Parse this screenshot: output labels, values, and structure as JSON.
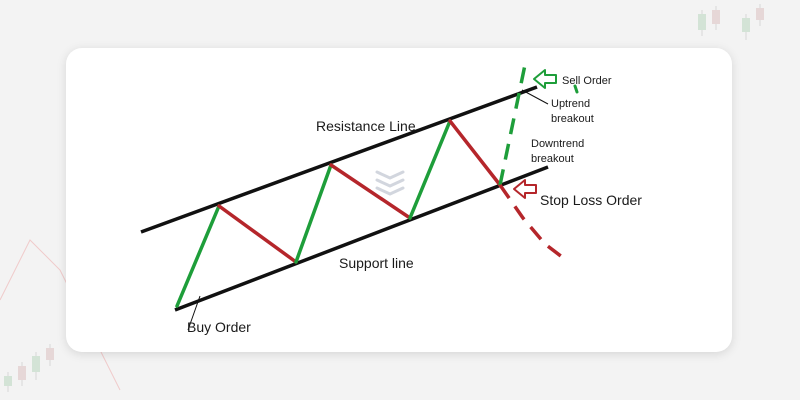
{
  "labels": {
    "resistance_line": "Resistance Line",
    "support_line": "Support line",
    "buy_order": "Buy Order",
    "sell_order": "Sell Order",
    "uptrend_breakout": [
      "Uptrend",
      "breakout"
    ],
    "downtrend_breakout": [
      "Downtrend",
      "breakout"
    ],
    "stop_loss_order": "Stop Loss Order"
  },
  "colors": {
    "background": "#f3f3f3",
    "card": "#ffffff",
    "trend_lines": "#111111",
    "up_leg": "#1e9e3a",
    "down_leg": "#b5262b",
    "watermark": "#c8ccd6"
  },
  "icons": {
    "sell_marker": "arrow-left-outline-icon",
    "stop_loss_marker": "arrow-left-outline-icon",
    "watermark": "chevron-stack-icon"
  }
}
